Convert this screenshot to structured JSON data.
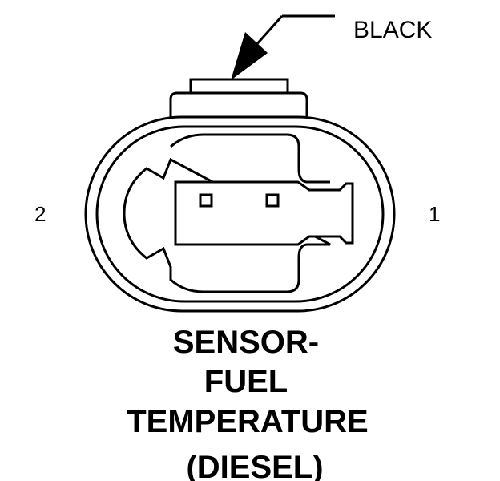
{
  "callout": {
    "color_label": "BLACK"
  },
  "pins": {
    "left": "2",
    "right": "1"
  },
  "title_lines": [
    "SENSOR-",
    "FUEL",
    "TEMPERATURE",
    "(DIESEL)"
  ],
  "colors": {
    "ink": "#000000",
    "paper": "#ffffff"
  }
}
